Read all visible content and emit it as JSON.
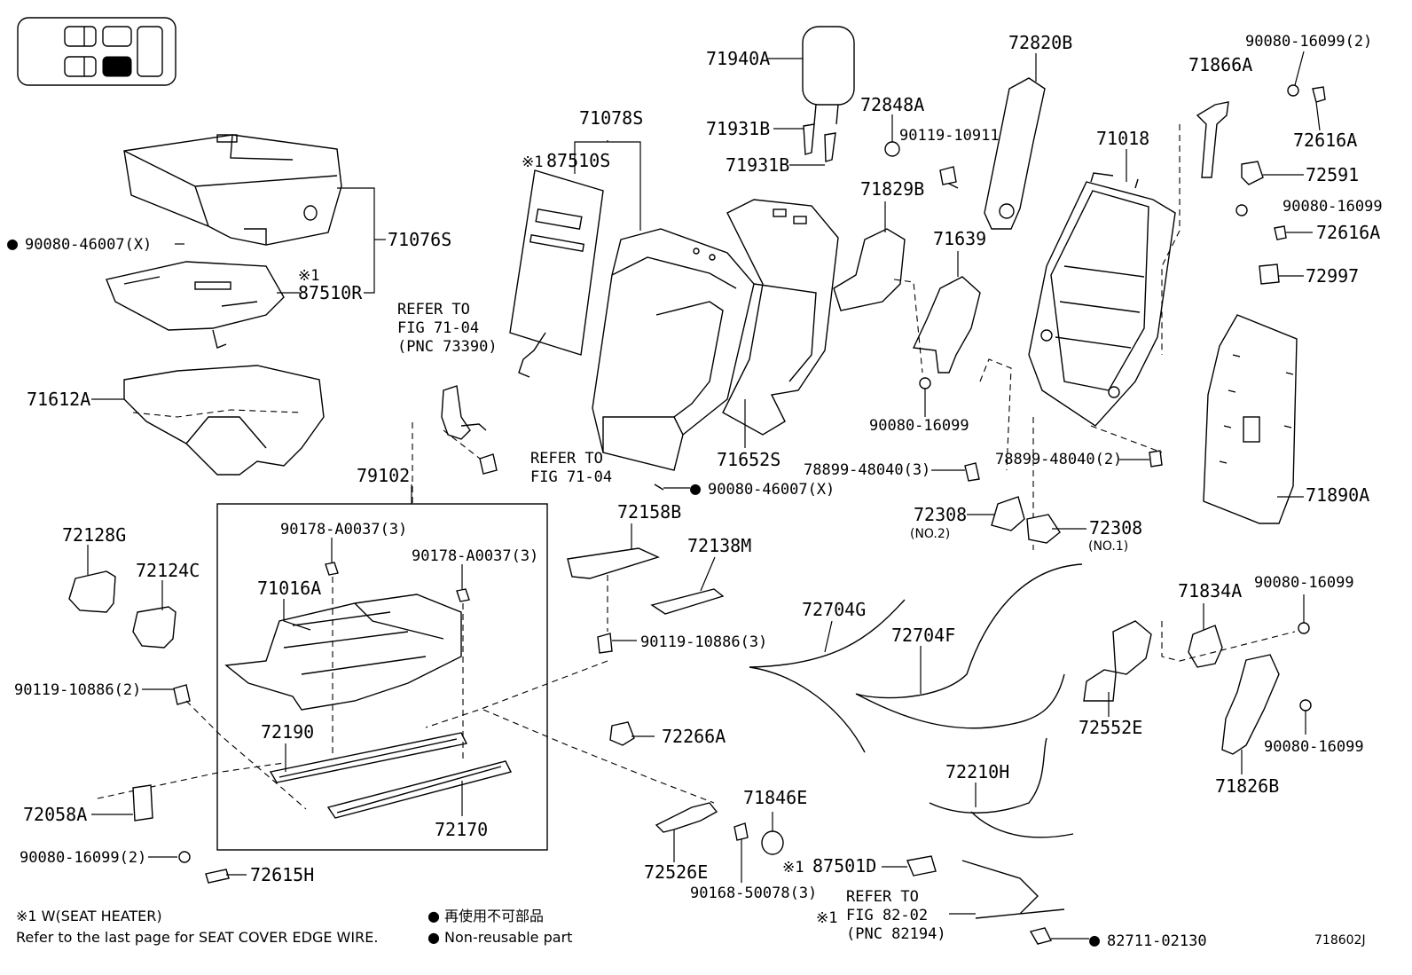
{
  "labels": {
    "p71940A": "71940A",
    "p71931B_1": "71931B",
    "p71931B_2": "71931B",
    "p72848A": "72848A",
    "p90119_10911": "90119-10911",
    "p72820B": "72820B",
    "p71018": "71018",
    "p71866A": "71866A",
    "p90080_16099_2a": "90080-16099(2)",
    "p72616A_1": "72616A",
    "p72591": "72591",
    "p90080_16099_a": "90080-16099",
    "p72616A_2": "72616A",
    "p72997": "72997",
    "p71078S": "71078S",
    "p87510S": "87510S",
    "p71076S": "71076S",
    "p90080_46007_X_1": "90080-46007(X)",
    "p87510R": "87510R",
    "p71612A": "71612A",
    "p71829B": "71829B",
    "p71639": "71639",
    "p90080_16099_b": "90080-16099",
    "p71652S": "71652S",
    "p90080_46007_X_2": "90080-46007(X)",
    "p78899_48040_3": "78899-48040(3)",
    "p78899_48040_2": "78899-48040(2)",
    "p71890A": "71890A",
    "p72308_1": "72308",
    "p72308_1_sub": "(NO.2)",
    "p72308_2": "72308",
    "p72308_2_sub": "(NO.1)",
    "p79102": "79102",
    "p72128G": "72128G",
    "p72124C": "72124C",
    "p90178_A0037_3a": "90178-A0037(3)",
    "p90178_A0037_3b": "90178-A0037(3)",
    "p71016A": "71016A",
    "p72158B": "72158B",
    "p72138M": "72138M",
    "p90119_10886_3": "90119-10886(3)",
    "p90119_10886_2": "90119-10886(2)",
    "p72704G": "72704G",
    "p72704F": "72704F",
    "p71834A": "71834A",
    "p90080_16099_c": "90080-16099",
    "p72552E": "72552E",
    "p90080_16099_d": "90080-16099",
    "p71826B": "71826B",
    "p72190": "72190",
    "p72266A": "72266A",
    "p72170": "72170",
    "p72058A": "72058A",
    "p90080_16099_2b": "90080-16099(2)",
    "p72615H": "72615H",
    "p71846E": "71846E",
    "p72526E": "72526E",
    "p90168_50078_3": "90168-50078(3)",
    "p72210H": "72210H",
    "p87501D": "87501D",
    "p82711_02130": "82711-02130"
  },
  "refs": {
    "ref1_l1": "REFER TO",
    "ref1_l2": "FIG 71-04",
    "ref1_l3": "(PNC 73390)",
    "ref2_l1": "REFER TO",
    "ref2_l2": "FIG 71-04",
    "ref3_l1": "REFER TO",
    "ref3_l2": "FIG 82-02",
    "ref3_l3": "(PNC 82194)"
  },
  "marks": {
    "asterisk": "※1",
    "dot": "●"
  },
  "legend": {
    "heater_note": "※1 W(SEAT HEATER)",
    "edge_wire_note": "Refer to the last page for SEAT COVER EDGE WIRE.",
    "nonreusable_jp": "● 再使用不可部品",
    "nonreusable_en": "● Non-reusable part"
  },
  "figure_id": "718602J"
}
